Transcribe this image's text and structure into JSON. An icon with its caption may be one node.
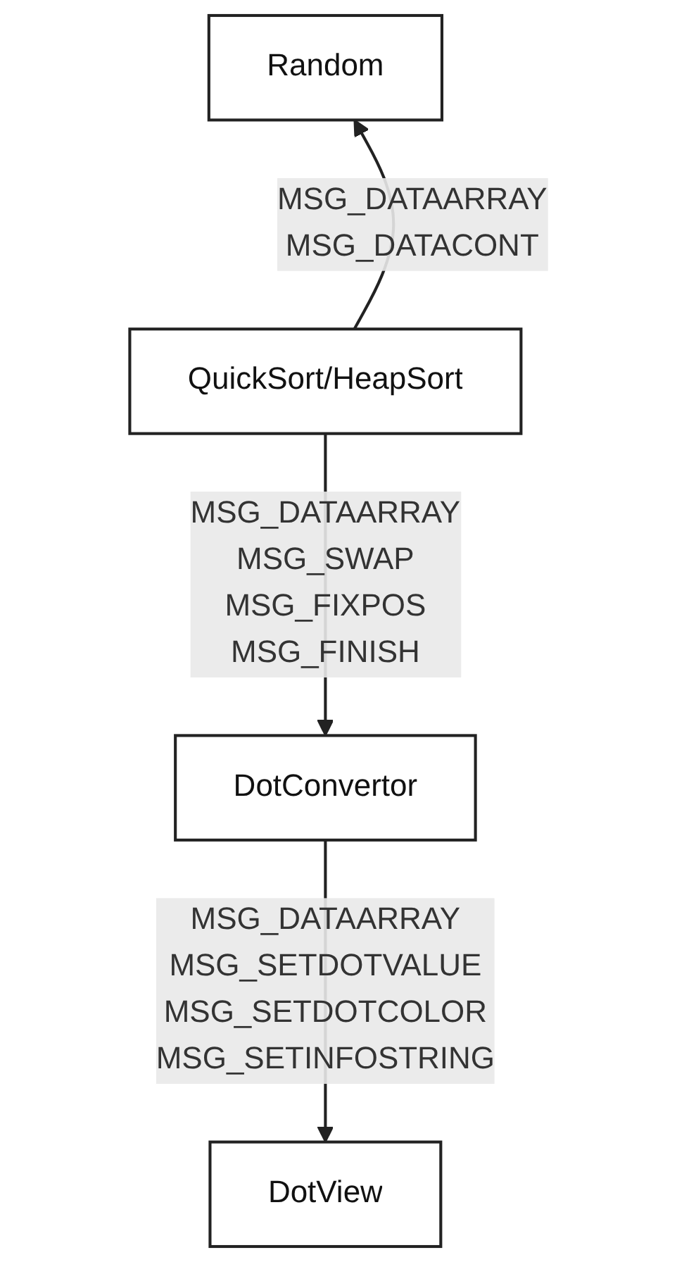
{
  "diagram": {
    "nodes": [
      {
        "text": [
          "Random"
        ]
      },
      {
        "text": [
          "QuickSort/HeapSort"
        ]
      },
      {
        "text": [
          "DotConvertor"
        ]
      },
      {
        "text": [
          "DotView"
        ]
      }
    ],
    "edges": [
      {
        "from": 1,
        "to": 0,
        "arrow": "to",
        "label": "MSG_DATAARRAY MSG_DATACONT"
      },
      {
        "from": 1,
        "to": 2,
        "arrow": "to",
        "label": "MSG_DATAARRAY MSG_SWAP MSG_FIXPOS MSG_FINISH"
      },
      {
        "from": 2,
        "to": 3,
        "arrow": "to",
        "label": "MSG_DATAARRAY MSG_SETDOTVALUE MSG_SETDOTCOLOR MSG_SETINFOSTRING"
      }
    ]
  }
}
